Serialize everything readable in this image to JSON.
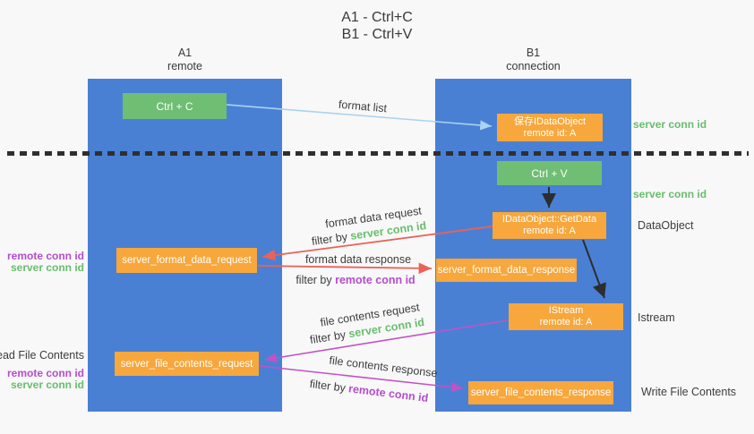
{
  "title": {
    "line1": "A1 - Ctrl+C",
    "line2": "B1 - Ctrl+V"
  },
  "lifelines": {
    "a1": {
      "name": "A1",
      "role": "remote"
    },
    "b1": {
      "name": "B1",
      "role": "connection"
    }
  },
  "boxes": {
    "ctrl_c": {
      "label": "Ctrl + C"
    },
    "save_idataobject": {
      "line1": "保存IDataObject",
      "line2": "remote id: A"
    },
    "ctrl_v": {
      "label": "Ctrl + V"
    },
    "getdata": {
      "line1": "IDataObject::GetData",
      "line2": "remote id: A"
    },
    "format_request": {
      "label": "server_format_data_request"
    },
    "format_response": {
      "label": "server_format_data_response"
    },
    "istream": {
      "line1": "IStream",
      "line2": "remote id: A"
    },
    "file_request": {
      "label": "server_file_contents_request"
    },
    "file_response": {
      "label": "server_file_contents_response"
    }
  },
  "edge_labels": {
    "format_list": "format list",
    "format_data_request": "format data request",
    "format_data_response": "format data response",
    "file_contents_request": "file contents request",
    "file_contents_response": "file contents response",
    "filter_by": "filter by ",
    "server_conn_id": "server conn id",
    "remote_conn_id": "remote conn id"
  },
  "side_labels": {
    "server_conn_id": "server conn id",
    "remote_conn_id": "remote conn id",
    "dataobject": "DataObject",
    "istream": "Istream",
    "read_file_contents": "Read File Contents",
    "write_file_contents": "Write File Contents"
  },
  "colors": {
    "lifeline_blue": "#4a80d4",
    "box_green": "#6fbe73",
    "box_orange": "#f7a73c",
    "arrow_light_blue": "#a9d3ee",
    "arrow_black": "#2d2d2d",
    "arrow_red": "#ea6257",
    "arrow_magenta": "#c053c5",
    "text_green": "#68bd6c",
    "text_purple": "#b44ecb",
    "text_dark": "#3d3d3d"
  }
}
